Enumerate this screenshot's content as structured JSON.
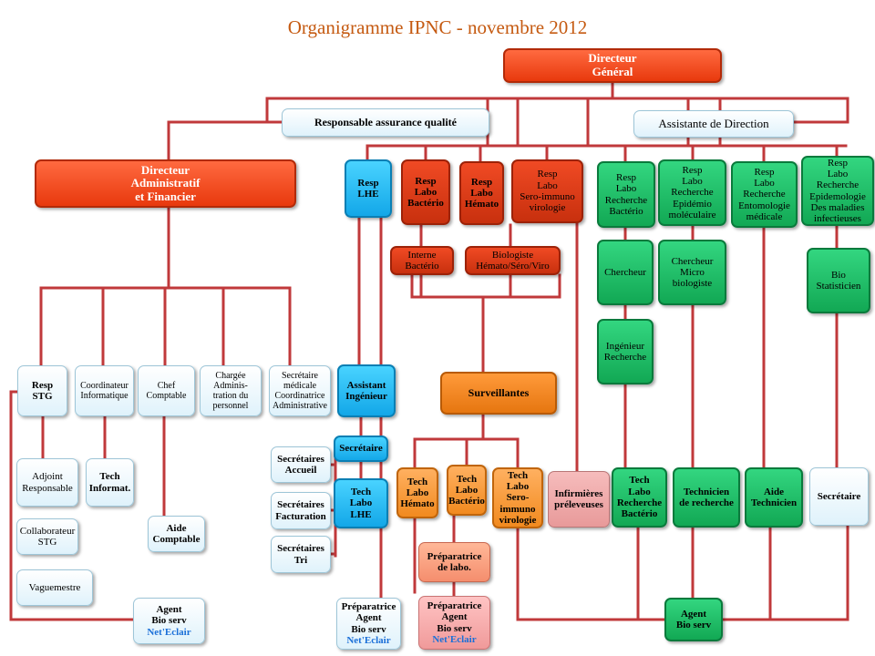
{
  "title": "Organigramme IPNC - novembre 2012",
  "line_color": "#c0393b",
  "nodes": {
    "dg": "Directeur\nGénéral",
    "raq": "Responsable assurance qualité",
    "ad": "Assistante de Direction",
    "daf": "Directeur\nAdministratif\net Financier",
    "resp_lhe": "Resp\nLHE",
    "resp_bacterio": "Resp\nLabo\nBactério",
    "resp_hemato": "Resp\nLabo\nHémato",
    "resp_sero": "Resp\nLabo\nSero-immuno\nvirologie",
    "rech_bacterio": "Resp\nLabo\nRecherche\nBactério",
    "rech_epidemio": "Resp\nLabo\nRecherche\nEpidémio\nmoléculaire",
    "rech_ento": "Resp\nLabo\nRecherche\nEntomologie\nmédicale",
    "rech_epidemologie": "Resp\nLabo\nRecherche\nEpidemologie\nDes maladies\ninfectieuses",
    "interne_bacterio": "Interne\nBactério",
    "biologiste": "Biologiste\nHémato/Séro/Viro",
    "chercheur": "Chercheur",
    "chercheur_micro": "Chercheur\nMicro\nbiologiste",
    "bio_stat": "Bio\nStatisticien",
    "ingenieur": "Ingénieur\nRecherche",
    "resp_stg": "Resp\nSTG",
    "coord_info": "Coordinateur\nInformatique",
    "chef_compta": "Chef\nComptable",
    "chargee_admin": "Chargée\nAdminis-\ntration du\npersonnel",
    "secr_medicale": "Secrétaire\nmédicale\nCoordinatrice\nAdministrative",
    "assistant_ing": "Assistant\nIngénieur",
    "surveillantes": "Surveillantes",
    "secretaire_lhe": "Secrétaire",
    "secr_accueil": "Secrétaires\nAccueil",
    "secr_factu": "Secrétaires\nFacturation",
    "secr_tri": "Secrétaires\nTri",
    "tech_labo_lhe": "Tech\nLabo\nLHE",
    "adjoint": "Adjoint\nResponsable",
    "tech_info": "Tech\nInformat.",
    "collab_stg": "Collaborateur\nSTG",
    "aide_compta": "Aide\nComptable",
    "vaguemestre": "Vaguemestre",
    "agent_bio_left": "Agent\nBio serv",
    "agent_bio_left_net": "Net'Eclair",
    "tech_hemato": "Tech\nLabo\nHémato",
    "tech_bacterio": "Tech\nLabo\nBactério",
    "tech_sero": "Tech\nLabo\nSero-\nimmuno\nvirologie",
    "infirmieres": "Infirmières\npréleveuses",
    "tech_rech_bacterio": "Tech\nLabo\nRecherche\nBactério",
    "technicien_rech": "Technicien\nde recherche",
    "aide_tech": "Aide\nTechnicien",
    "secretaire_right": "Secrétaire",
    "preparatrice_labo": "Préparatrice\nde labo.",
    "prep_agent_1": "Préparatrice\nAgent\nBio serv",
    "prep_agent_1_net": "Net'Eclair",
    "prep_agent_2": "Préparatrice\nAgent\nBio serv",
    "prep_agent_2_net": "Net'Eclair",
    "agent_bio_right": "Agent\nBio serv"
  }
}
